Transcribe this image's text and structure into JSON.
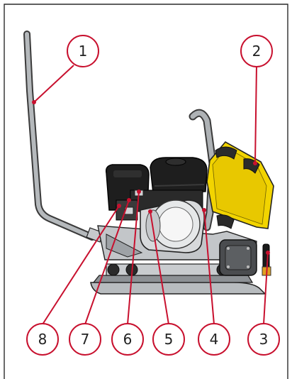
{
  "colors": {
    "accent": "#c8102e",
    "engine_black": "#1e1e1e",
    "frame_grey": "#9a9ea2",
    "tank_yellow": "#f2d400",
    "border": "#2a2a2a"
  },
  "callouts": [
    {
      "label": "1",
      "part": "handle"
    },
    {
      "label": "2",
      "part": "water-tank-cap"
    },
    {
      "label": "3",
      "part": "tank-valve-lever"
    },
    {
      "label": "4",
      "part": "belt-guard-screw"
    },
    {
      "label": "5",
      "part": "belt-guard"
    },
    {
      "label": "6",
      "part": "throttle-lever"
    },
    {
      "label": "7",
      "part": "choke-lever"
    },
    {
      "label": "8",
      "part": "fuel-valve"
    }
  ]
}
